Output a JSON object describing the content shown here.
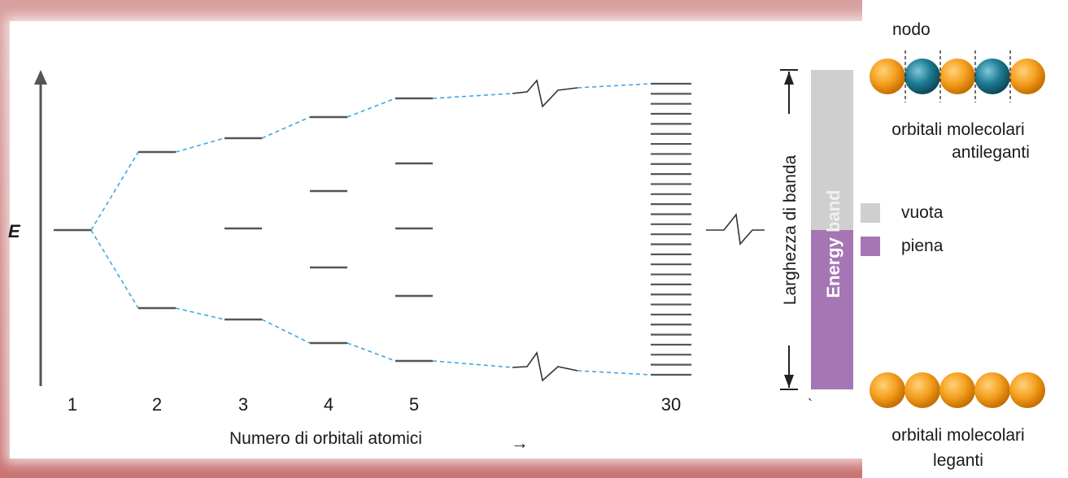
{
  "energy_label": "E",
  "x_axis": {
    "label": "Numero di orbitali atomici",
    "arrow": "→",
    "ticks": [
      "1",
      "2",
      "3",
      "4",
      "5",
      "30"
    ]
  },
  "band": {
    "width_label": "Larghezza di banda",
    "vertical_text_dark": "Energy",
    "vertical_text_light": "band",
    "empty_color": "#cfcfcf",
    "filled_color": "#a675b3",
    "backtick": "`"
  },
  "legend": {
    "items": [
      {
        "label": "vuota",
        "color": "#cfcfcf"
      },
      {
        "label": "piena",
        "color": "#a675b3"
      }
    ]
  },
  "orbitals": {
    "node_label": "nodo",
    "antibonding_label_line1": "orbitali molecolari",
    "antibonding_label_line2": "antileganti",
    "bonding_label_line1": "orbitali molecolari",
    "bonding_label_line2": "leganti",
    "atom_color_orange": "#f5a020",
    "atom_color_teal": "#1d7c93"
  },
  "colors": {
    "level_line": "#555555",
    "dashed_connector": "#3fa7e0",
    "frame": "#c97373"
  }
}
